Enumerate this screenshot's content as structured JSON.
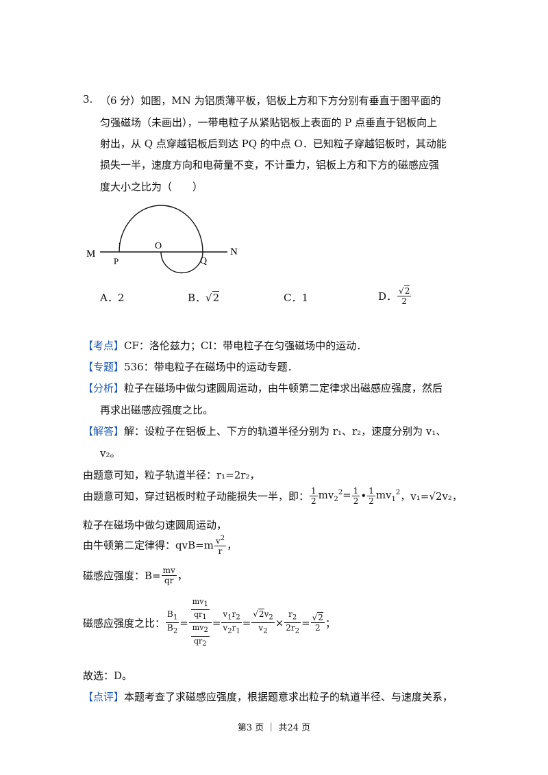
{
  "question": {
    "number": "3.",
    "lines": [
      "（6 分）如图，MN 为铝质薄平板，铝板上方和下方分别有垂直于图平面的",
      "匀强磁场（未画出），一带电粒子从紧贴铝板上表面的 P 点垂直于铝板向上",
      "射出，从 Q 点穿越铝板后到达 PQ 的中点 O．已知粒子穿越铝板时，其动能",
      "损失一半，速度方向和电荷量不变，不计重力，铝板上方和下方的磁感应强",
      "度大小之比为（　　）"
    ]
  },
  "figure": {
    "label_M": "M",
    "label_N": "N",
    "label_P": "P",
    "label_O": "O",
    "label_Q": "Q",
    "dot": "·"
  },
  "options": {
    "A": "A．2",
    "B_prefix": "B．",
    "B_radicand": "2",
    "C": "C．1",
    "D_prefix": "D．",
    "D_num_radicand": "2",
    "D_den": "2"
  },
  "analysis": {
    "kaodian_tag": "【考点】",
    "kaodian_text": "CF：洛伦兹力；CI：带电粒子在匀强磁场中的运动．",
    "zhuanti_tag": "【专题】",
    "zhuanti_text": "536：带电粒子在磁场中的运动专题．",
    "fenxi_tag": "【分析】",
    "fenxi_line1": "粒子在磁场中做匀速圆周运动，由牛顿第二定律求出磁感应强度，然后",
    "fenxi_line2": "再求出磁感应强度之比。",
    "jieda_tag": "【解答】",
    "jieda_line1": "解：设粒子在铝板上、下方的轨道半径分别为 r₁、r₂，速度分别为 v₁、",
    "jieda_line2": "v₂。",
    "step1": "由题意可知，粒子轨道半径：r₁=2r₂，",
    "step2_prefix": "由题意可知，穿过铝板时粒子动能损失一半，即：",
    "step2_tail": "，v₁=√2v₂，",
    "step3": "粒子在磁场中做匀速圆周运动，",
    "step4_prefix": "由牛顿第二定律得：qvB=m",
    "step5_prefix": "磁感应强度：B=",
    "step6_prefix": "磁感应强度之比：",
    "answer": "故选：D。",
    "dianping_tag": "【点评】",
    "dianping_text": "本题考查了求磁感应强度，根据题意求出粒子的轨道半径、与速度关系，"
  },
  "footer": {
    "text": "第3 页 ｜ 共24 页"
  }
}
